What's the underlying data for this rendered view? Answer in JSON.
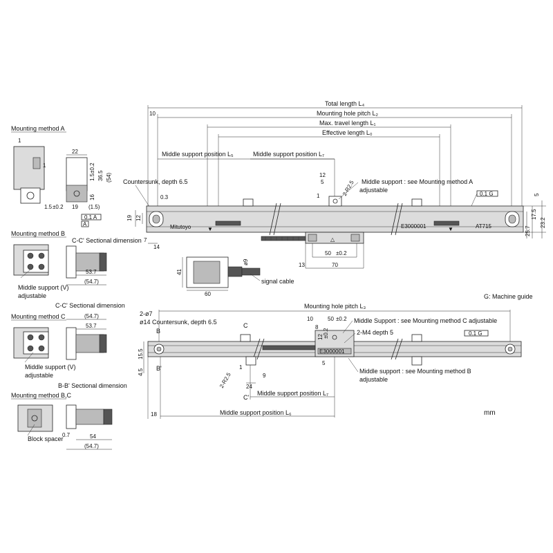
{
  "unit": "mm",
  "top_view": {
    "total_length": "Total length L₄",
    "hole_pitch": "Mounting hole pitch L₂",
    "travel": "Max. travel length L₁",
    "effective": "Effective length L₀",
    "mid_support_5": "Middle support position L₅",
    "mid_support_7": "Middle support position L₇",
    "countersunk": "Countersunk, depth 6.5",
    "mid_support_note": "Middle support : see Mounting method A",
    "adjustable": "adjustable",
    "signal_cable": "signal cable",
    "model": "AT715",
    "brand": "Mitutoyo",
    "serial": "E3000001",
    "dims": {
      "d10": "10",
      "d03": "0.3",
      "d19": "19",
      "d12": "12",
      "d7": "7",
      "d14": "14",
      "d12b": "12",
      "d5": "5",
      "dR25": "2-R2.5",
      "d1": "1",
      "d50": "50",
      "d50tol": "±0.2",
      "d70": "70",
      "d13": "13",
      "d41": "41",
      "d60": "60",
      "d9": "ø9",
      "dr5": "5",
      "dr257": "25.7",
      "dr175": "17.5",
      "dr232": "23.2",
      "flat": "0.1 G"
    }
  },
  "bottom_view": {
    "hole_pitch": "Mounting hole pitch L₃",
    "machine_guide": "G: Machine guide",
    "holes": "2-ø7",
    "countersunk": "ø14 Countersunk, depth 6.5",
    "mid_support_c": "Middle Support : see Mounting method C adjustable",
    "m4": "2-M4 depth 5",
    "mid_support_b": "Middle support : see Mounting method B",
    "adjustable": "adjustable",
    "mid_support_7": "Middle support position L₇",
    "mid_support_6": "Middle support position L₆",
    "serial": "E3000001",
    "flat": "0.1 G",
    "dims": {
      "d10": "10",
      "d8": "8",
      "d50": "50",
      "d50tol": "±0.2",
      "d12": "12",
      "d12tol": "±0.2",
      "d155": "15.5",
      "d45": "4.5",
      "d18": "18",
      "dR25": "2-R2.5",
      "d1": "1",
      "d9": "9",
      "d24": "24",
      "d5": "5",
      "secB": "B",
      "secBp": "B'",
      "secC": "C",
      "secCp": "C'"
    }
  },
  "method_a": {
    "title": "Mounting method A",
    "dims": {
      "d1": "1",
      "d1b": "1",
      "d22": "22",
      "d15": "1.5±0.2",
      "d365": "36.5",
      "d54": "(54)",
      "d16": "16",
      "d15s": "1.5",
      "d15tol": "±0.2",
      "d19": "19",
      "d15p": "(1.5)",
      "flat": "0.1 A",
      "ref": "A"
    }
  },
  "method_b": {
    "title": "Mounting method B",
    "section": "C-C' Sectional dimension",
    "support": "Middle support (V)",
    "adjustable": "adjustable",
    "dims": {
      "d537": "53.7",
      "d547": "(54.7)"
    }
  },
  "method_c": {
    "title": "Mounting method C",
    "section": "C-C' Sectional dimension",
    "support": "Middle support (V)",
    "adjustable": "adjustable",
    "dims": {
      "d547": "(54.7)",
      "d537": "53.7"
    }
  },
  "method_bc": {
    "title": "Mounting method B,C",
    "section": "B-B' Sectional dimension",
    "spacer": "Block spacer",
    "dims": {
      "d07": "0.7",
      "d54": "54",
      "d547": "(54.7)"
    }
  }
}
